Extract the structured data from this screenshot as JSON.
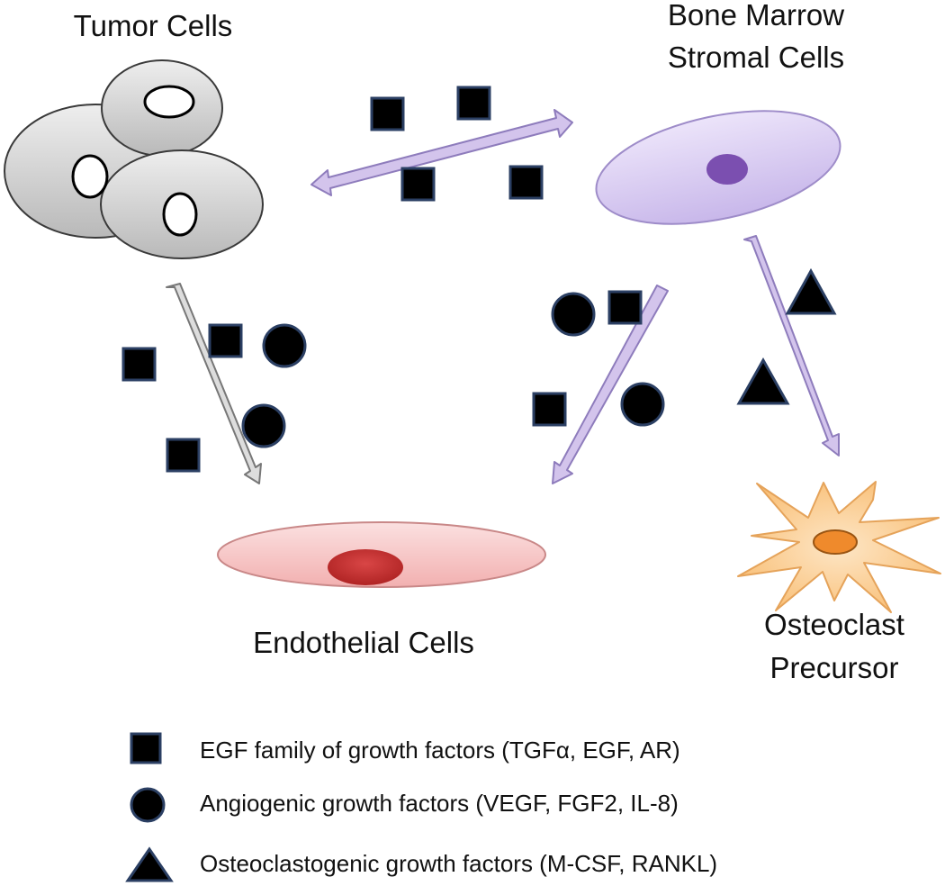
{
  "labels": {
    "tumor_cells": "Tumor Cells",
    "bone_marrow_line1": "Bone Marrow",
    "bone_marrow_line2": "Stromal Cells",
    "endothelial_cells": "Endothelial Cells",
    "osteoclast_line1": "Osteoclast",
    "osteoclast_line2": "Precursor"
  },
  "legend": {
    "square": "EGF family of growth factors (TGFα, EGF,  AR)",
    "circle": "Angiogenic growth factors (VEGF, FGF2, IL-8)",
    "triangle": "Osteoclastogenic growth factors (M-CSF, RANKL)"
  },
  "colors": {
    "tumor_fill": "#cfcfcf",
    "stromal_fill": "#d9cdf0",
    "stromal_nucleus": "#7b4fb0",
    "endothelial_fill": "#f6c3c3",
    "endothelial_nucleus": "#c93434",
    "osteoclast_fill": "#fbc98c",
    "osteoclast_nucleus": "#ef8a2c",
    "arrow_gray": "#d8d8d8",
    "arrow_purple": "#c9b8e6",
    "factor_fill": "#000000",
    "factor_stroke": "#2b3f63"
  }
}
